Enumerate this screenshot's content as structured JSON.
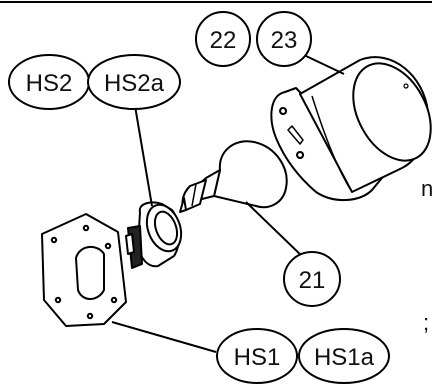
{
  "callouts": {
    "c22": "22",
    "c23": "23",
    "hs2": "HS2",
    "hs2a": "HS2a",
    "c21": "21",
    "hs1": "HS1",
    "hs1a": "HS1a"
  },
  "edge_text": {
    "fragment_n": "n",
    "fragment_semicolon": ";"
  }
}
